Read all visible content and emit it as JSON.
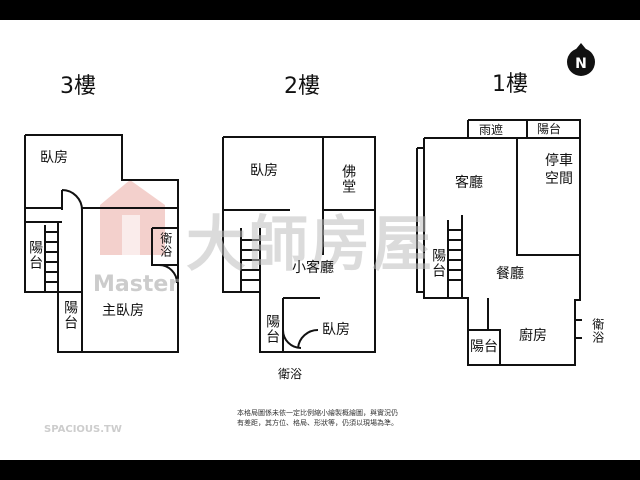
{
  "floors": {
    "f3": "3樓",
    "f2": "2樓",
    "f1": "1樓"
  },
  "rooms_f3": {
    "bedroom": "臥房",
    "balcony_left": "陽台",
    "bathroom": "衛浴",
    "balcony_lower": "陽台",
    "master_bedroom": "主臥房"
  },
  "rooms_f2": {
    "bedroom_top": "臥房",
    "buddha_hall": "佛堂",
    "small_living": "小客廳",
    "balcony": "陽台",
    "bedroom_bottom": "臥房",
    "bathroom": "衛浴"
  },
  "rooms_f1": {
    "canopy": "雨遮",
    "balcony_top": "陽台",
    "living_room": "客廳",
    "parking": "停車空間",
    "balcony_left": "陽台",
    "dining": "餐廳",
    "bathroom": "衛浴",
    "kitchen": "廚房",
    "balcony_bottom": "陽台"
  },
  "compass": {
    "label": "N"
  },
  "watermark": {
    "logo_text": "大師房屋",
    "logo_en": "Master"
  },
  "disclaimer": {
    "line1": "本格局圖係未依一定比例縮小繪製概繪圖，與實況仍",
    "line2": "有差距，其方位、格局、形狀等，仍須以現場為準。"
  },
  "corner_mark": "SPACIOUS.TW"
}
